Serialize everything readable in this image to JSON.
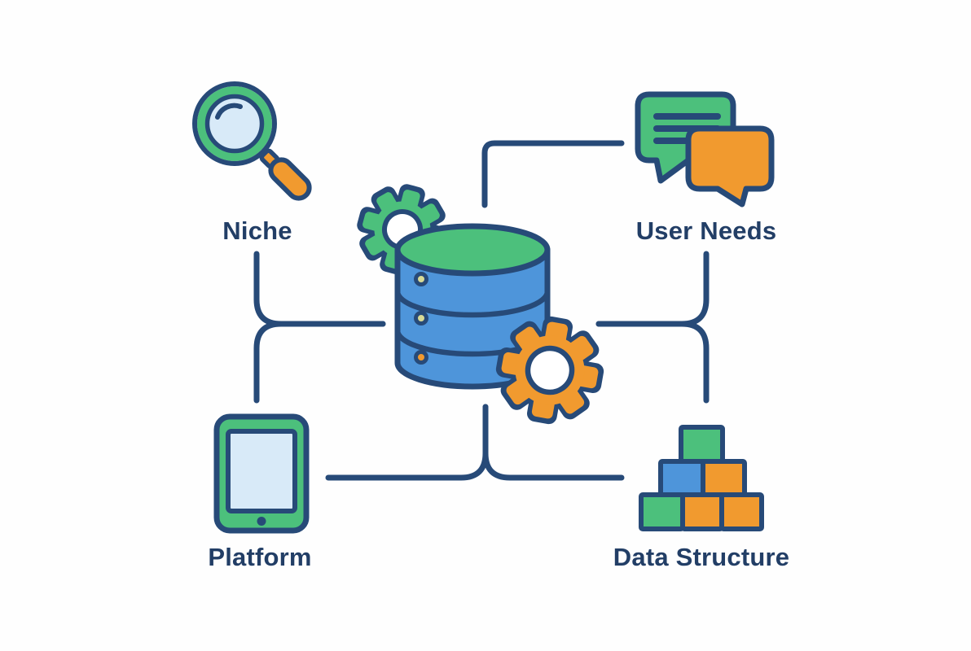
{
  "diagram": {
    "center": {
      "icon": "database-icon",
      "sub_icons": [
        "gear-icon-green",
        "gear-icon-orange"
      ]
    },
    "nodes": [
      {
        "id": "niche",
        "label": "Niche",
        "icon": "magnifier-icon",
        "position": "top-left"
      },
      {
        "id": "user_needs",
        "label": "User Needs",
        "icon": "chat-bubbles-icon",
        "position": "top-right"
      },
      {
        "id": "platform",
        "label": "Platform",
        "icon": "tablet-icon",
        "position": "bottom-left"
      },
      {
        "id": "data_structure",
        "label": "Data Structure",
        "icon": "blocks-pyramid-icon",
        "position": "bottom-right"
      }
    ]
  },
  "colors": {
    "navy": "#274a78",
    "green": "#4cc07c",
    "orange": "#f19a2f",
    "blue": "#4e95da",
    "light_blue": "#d8eaf8",
    "dot_beige": "#d8da96",
    "text": "#223e66",
    "background": "#fefefe"
  }
}
